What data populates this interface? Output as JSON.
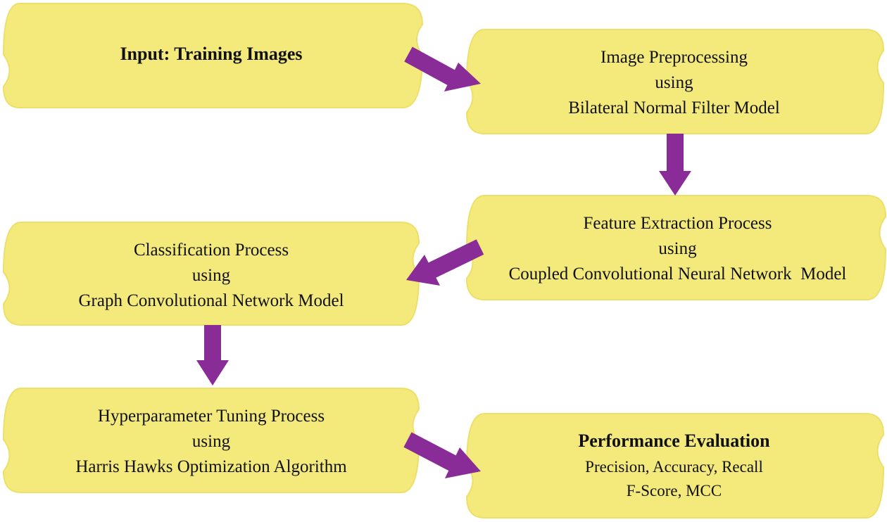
{
  "colors": {
    "box_fill": "#f4ea7b",
    "box_stroke": "#ece06a",
    "arrow": "#8a2c97",
    "text": "#111111"
  },
  "boxes": {
    "input": {
      "line1": "Input: Training Images"
    },
    "preprocessing": {
      "line1": "Image Preprocessing",
      "line2": "using",
      "line3": "Bilateral Normal Filter Model"
    },
    "feature_extraction": {
      "line1": "Feature Extraction Process",
      "line2": "using",
      "line3": "Coupled Convolutional Neural Network  Model"
    },
    "classification": {
      "line1": "Classification Process",
      "line2": "using",
      "line3": "Graph Convolutional Network Model"
    },
    "hyperparameter": {
      "line1": "Hyperparameter Tuning Process",
      "line2": "using",
      "line3": "Harris Hawks Optimization Algorithm"
    },
    "performance": {
      "line1": "Performance Evaluation",
      "line2": "Precision, Accuracy, Recall",
      "line3": "F-Score, MCC"
    }
  },
  "connectors": [
    {
      "from": "input",
      "to": "preprocessing"
    },
    {
      "from": "preprocessing",
      "to": "feature_extraction"
    },
    {
      "from": "feature_extraction",
      "to": "classification"
    },
    {
      "from": "classification",
      "to": "hyperparameter"
    },
    {
      "from": "hyperparameter",
      "to": "performance"
    }
  ]
}
